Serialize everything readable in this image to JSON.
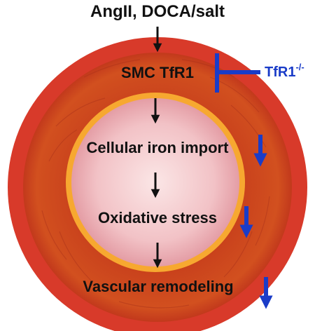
{
  "diagram": {
    "stimulus": "AngII, DOCA/salt",
    "steps": [
      "SMC TfR1",
      "Cellular iron import",
      "Oxidative stress",
      "Vascular remodeling"
    ],
    "knockout": {
      "label": "TfR1",
      "superscript": "-/-"
    },
    "decrease_indicators": 3
  },
  "colors": {
    "adventitia": "#d83a2a",
    "media": "#d0461e",
    "media_dark": "#b8351a",
    "intima_ring": "#f7a830",
    "lumen_center": "#fbe6e6",
    "lumen_edge": "#e49da5",
    "arrow_black": "#111111",
    "inhibit_blue": "#1a3cc8"
  }
}
